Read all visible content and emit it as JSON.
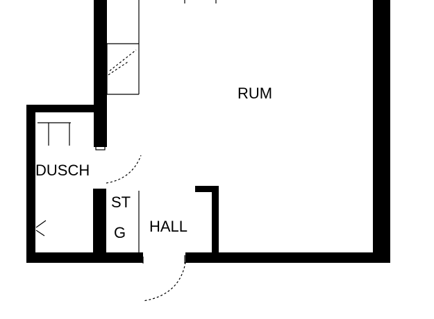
{
  "rooms": {
    "main": "RUM",
    "shower": "DUSCH",
    "hall": "HALL",
    "storage_top": "ST",
    "storage_bottom": "G"
  }
}
